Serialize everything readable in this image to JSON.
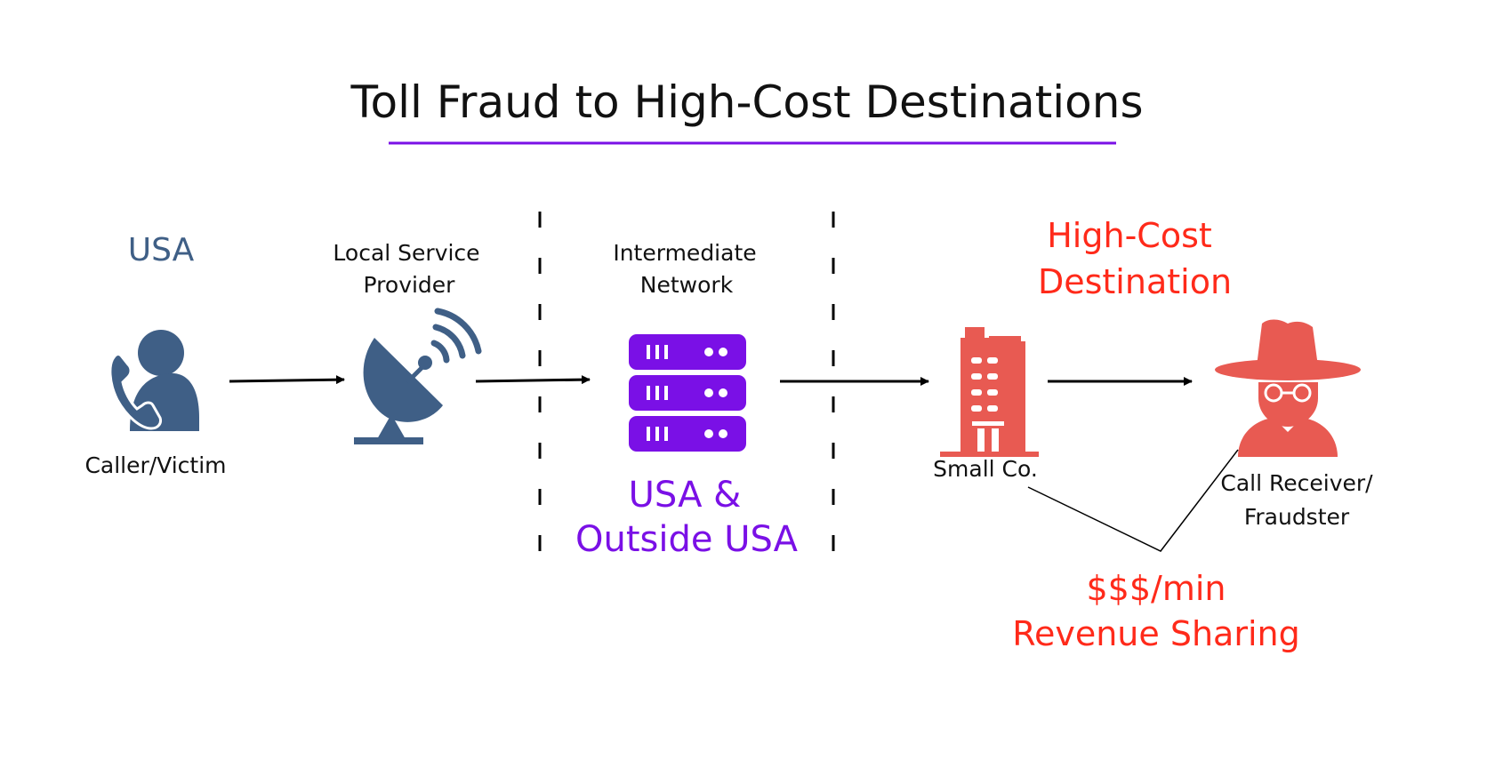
{
  "title": "Toll Fraud to High-Cost Destinations",
  "colors": {
    "navy": "#3f5f86",
    "purple": "#7a10e6",
    "coral": "#e85a52",
    "red_text": "#ff2a1a",
    "underline": "#7a10e6"
  },
  "regions": {
    "usa": "USA",
    "usa_outside": [
      "USA &",
      "Outside USA"
    ],
    "high_cost": [
      "High-Cost",
      "Destination"
    ]
  },
  "nodes": {
    "caller": {
      "label": "Caller/Victim",
      "icon": "caller-icon"
    },
    "provider": {
      "label": [
        "Local Service",
        "Provider"
      ],
      "icon": "satellite-dish-icon"
    },
    "network": {
      "label": [
        "Intermediate",
        "Network"
      ],
      "icon": "server-icon"
    },
    "company": {
      "label": "Small Co.",
      "icon": "building-icon"
    },
    "fraudster": {
      "label": [
        "Call Receiver/",
        "Fraudster"
      ],
      "icon": "fraudster-icon"
    }
  },
  "revenue": [
    "$$$/min",
    "Revenue Sharing"
  ]
}
